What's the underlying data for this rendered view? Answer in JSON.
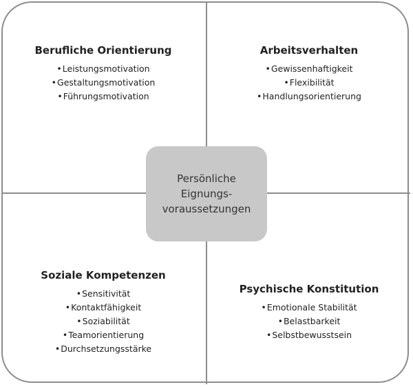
{
  "center": {
    "lines": [
      "Persönliche",
      "Eignungs-",
      "voraussetzungen"
    ]
  },
  "quadrants": {
    "top_left": {
      "title": "Berufliche Orientierung",
      "items": [
        "Leistungsmotivation",
        "Gestaltungsmotivation",
        "Führungsmotivation"
      ]
    },
    "top_right": {
      "title": "Arbeitsverhalten",
      "items": [
        "Gewissenhaftigkeit",
        "Flexibilität",
        "Handlungsorientierung"
      ]
    },
    "bottom_left": {
      "title": "Soziale Kompetenzen",
      "items": [
        "Sensitivität",
        "Kontaktfähigkeit",
        "Soziabilität",
        "Teamorientierung",
        "Durchsetzungsstärke"
      ]
    },
    "bottom_right": {
      "title": "Psychische Konstitution",
      "items": [
        "Emotionale Stabilität",
        "Belastbarkeit",
        "Selbstbewusstsein"
      ]
    }
  },
  "colors": {
    "frame": "#8c8c8c",
    "center_fill": "#c8c8c8"
  }
}
